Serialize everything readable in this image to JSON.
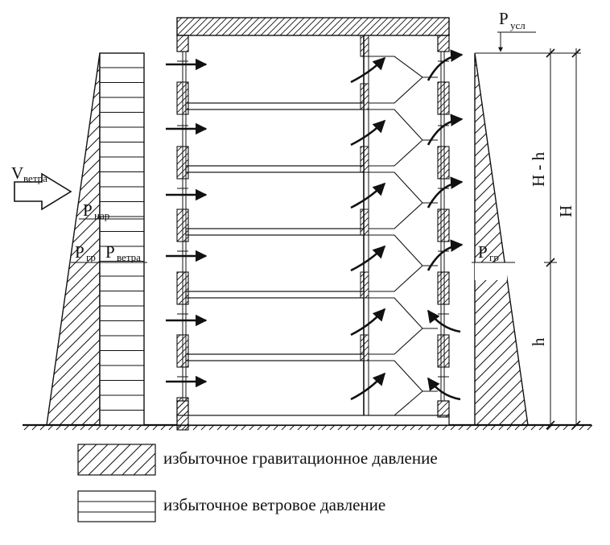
{
  "labels": {
    "v_wind_main": "V",
    "v_wind_sub": "ветра",
    "p_nar_main": "P",
    "p_nar_sub": "нар",
    "p_gr_left_main": "P",
    "p_gr_left_sub": "гр",
    "p_wind_main": "P",
    "p_wind_sub": "ветра",
    "p_gr_right_main": "P",
    "p_gr_right_sub": "гр",
    "p_usl_main": "P",
    "p_usl_sub": "усл",
    "dim_h_minus": "H - h",
    "dim_H": "H",
    "dim_h": "h"
  },
  "legend": [
    {
      "pattern": "diagonal-hatch",
      "text": "избыточное гравитационное давление"
    },
    {
      "pattern": "horizontal-lines",
      "text": "избыточное ветровое давление"
    }
  ]
}
